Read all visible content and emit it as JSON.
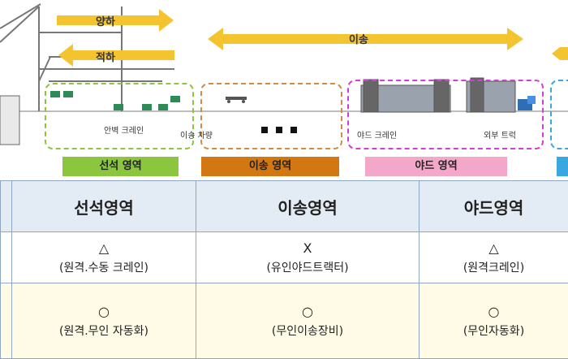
{
  "diagram": {
    "arrows": {
      "unload": "양하",
      "load": "적하",
      "transfer": "이송"
    },
    "labels": {
      "quay_crane": "안벽 크레인",
      "transfer_vehicle": "이송 차량",
      "yard_crane": "야드 크레인",
      "external_truck": "외부 트럭"
    },
    "zones": [
      {
        "label": "선석 영역",
        "color": "#8cc63f"
      },
      {
        "label": "이송 영역",
        "color": "#d27712"
      },
      {
        "label": "야드 영역",
        "color": "#f3a7c9"
      }
    ],
    "colors": {
      "arrow": "#f4c430",
      "box_green": "#8cc63f",
      "box_orange": "#d28b43",
      "box_magenta": "#d83ad8",
      "box_blue": "#39a7e0"
    }
  },
  "table": {
    "headers": [
      "",
      "선석영역",
      "이송영역",
      "야드영역"
    ],
    "rows": [
      {
        "cells": [
          {
            "symbol": "",
            "text": ""
          },
          {
            "symbol": "△",
            "text": "(원격.수동 크레인)"
          },
          {
            "symbol": "X",
            "text": "(유인야드트랙터)"
          },
          {
            "symbol": "△",
            "text": "(원격크레인)"
          }
        ]
      },
      {
        "cells": [
          {
            "symbol": "",
            "text": ""
          },
          {
            "symbol": "○",
            "text": "(원격.무인 자동화)"
          },
          {
            "symbol": "○",
            "text": "(무인이송장비)"
          },
          {
            "symbol": "○",
            "text": "(무인자동화)"
          }
        ]
      }
    ]
  }
}
